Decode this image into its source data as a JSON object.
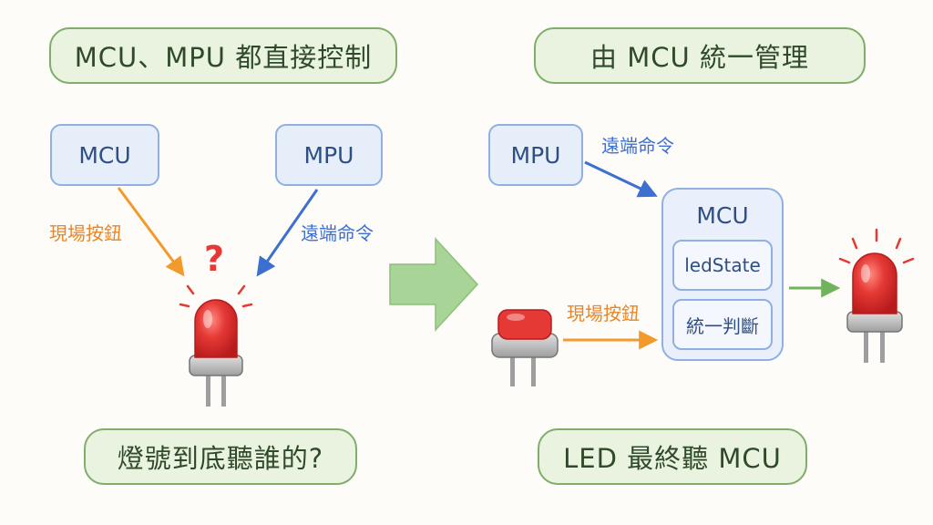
{
  "left": {
    "header": "MCU、MPU 都直接控制",
    "mcu": "MCU",
    "mpu": "MPU",
    "local_button_label": "現場按鈕",
    "remote_command_label": "遠端命令",
    "question": "?",
    "footer": "燈號到底聽誰的?"
  },
  "right": {
    "header": "由 MCU 統一管理",
    "mpu": "MPU",
    "remote_command_label": "遠端命令",
    "mcu_title": "MCU",
    "led_state": "ledState",
    "unified_decision": "統一判斷",
    "local_button_label": "現場按鈕",
    "footer": "LED 最終聽 MCU"
  },
  "colors": {
    "pill_bg": "#eaf3df",
    "pill_border": "#7fae6a",
    "box_bg": "#e6eef9",
    "box_border": "#8fb0e0",
    "orange": "#f39a2c",
    "blue": "#3d6fd1",
    "led_red": "#e53935",
    "green_arrow": "#9fcf8a"
  }
}
